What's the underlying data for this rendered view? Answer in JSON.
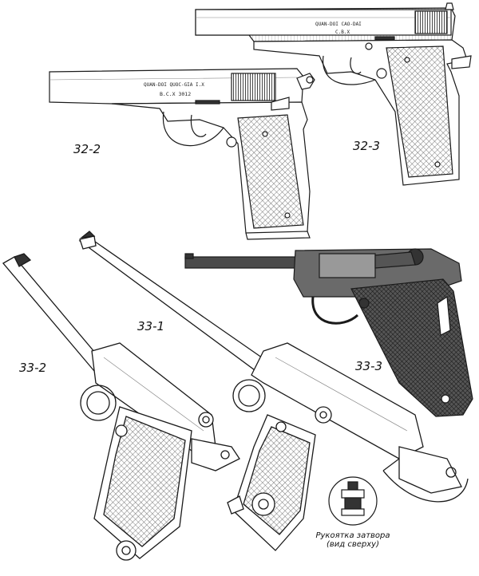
{
  "figures": {
    "fig_32_2": {
      "label": "32-2",
      "markings": [
        "QUAN-DOI QUOC-GIA I.X",
        "B.C.X  3012"
      ]
    },
    "fig_32_3": {
      "label": "32-3",
      "markings": [
        "QUAN-DOI CAO-DAI",
        "C.B.X"
      ]
    },
    "fig_33_1": {
      "label": "33-1"
    },
    "fig_33_2": {
      "label": "33-2"
    },
    "fig_33_3": {
      "label": "33-3"
    }
  },
  "detail": {
    "caption_line1": "Рукоятка затвора",
    "caption_line2": "(вид сверху)"
  },
  "colors": {
    "ink": "#1a1a1a",
    "paper": "#ffffff",
    "grip": "#8a8a8a",
    "dark": "#2a2a2a"
  }
}
